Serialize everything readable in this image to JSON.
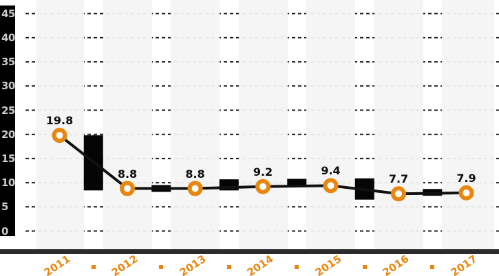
{
  "chart_data": {
    "type": "line",
    "title": "",
    "categories": [
      "2011",
      "2012",
      "2013",
      "2014",
      "2015",
      "2016",
      "2017"
    ],
    "values": [
      19.8,
      8.8,
      8.8,
      9.2,
      9.4,
      7.7,
      7.9
    ],
    "point_labels": [
      "19.8",
      "8.8",
      "8.8",
      "9.2",
      "9.4",
      "7.7",
      "7.9"
    ],
    "xlabel": "",
    "ylabel": "",
    "y_ticks": [
      0,
      5,
      10,
      15,
      20,
      25,
      30,
      35,
      40,
      45
    ],
    "y_tick_labels": [
      "0",
      "5",
      "10",
      "15",
      "20",
      "25",
      "30",
      "35",
      "40",
      "45"
    ],
    "ylim": [
      0,
      45
    ],
    "grid": "horizontal-dashed",
    "legend_position": "none",
    "marker_style": "orange-ring-white-center",
    "redaction_boxes": [
      {
        "between": [
          0,
          1
        ],
        "v_top": 19.8,
        "v_bottom": 8.4
      },
      {
        "between": [
          1,
          2
        ],
        "v_top": 9.5,
        "v_bottom": 8.1
      },
      {
        "between": [
          2,
          3
        ],
        "v_top": 10.7,
        "v_bottom": 8.4
      },
      {
        "between": [
          3,
          4
        ],
        "v_top": 10.8,
        "v_bottom": 9.4
      },
      {
        "between": [
          4,
          5
        ],
        "v_top": 10.9,
        "v_bottom": 6.5
      },
      {
        "between": [
          5,
          6
        ],
        "v_top": 8.7,
        "v_bottom": 7.3
      }
    ],
    "colors": {
      "accent_orange": "#E8860D",
      "line": "#111111",
      "marker_center": "#ffffff",
      "redaction_box": "#050505",
      "grid_dash": "#1a1a1a",
      "band_gray": "#f4f4f4",
      "plot_background": "#ffffff",
      "y_axis_strip": "#000000",
      "y_tick_label": "#c9c9c9",
      "x_axis_bar": "#2b2b2b",
      "value_label": "#0d0d0d"
    }
  }
}
